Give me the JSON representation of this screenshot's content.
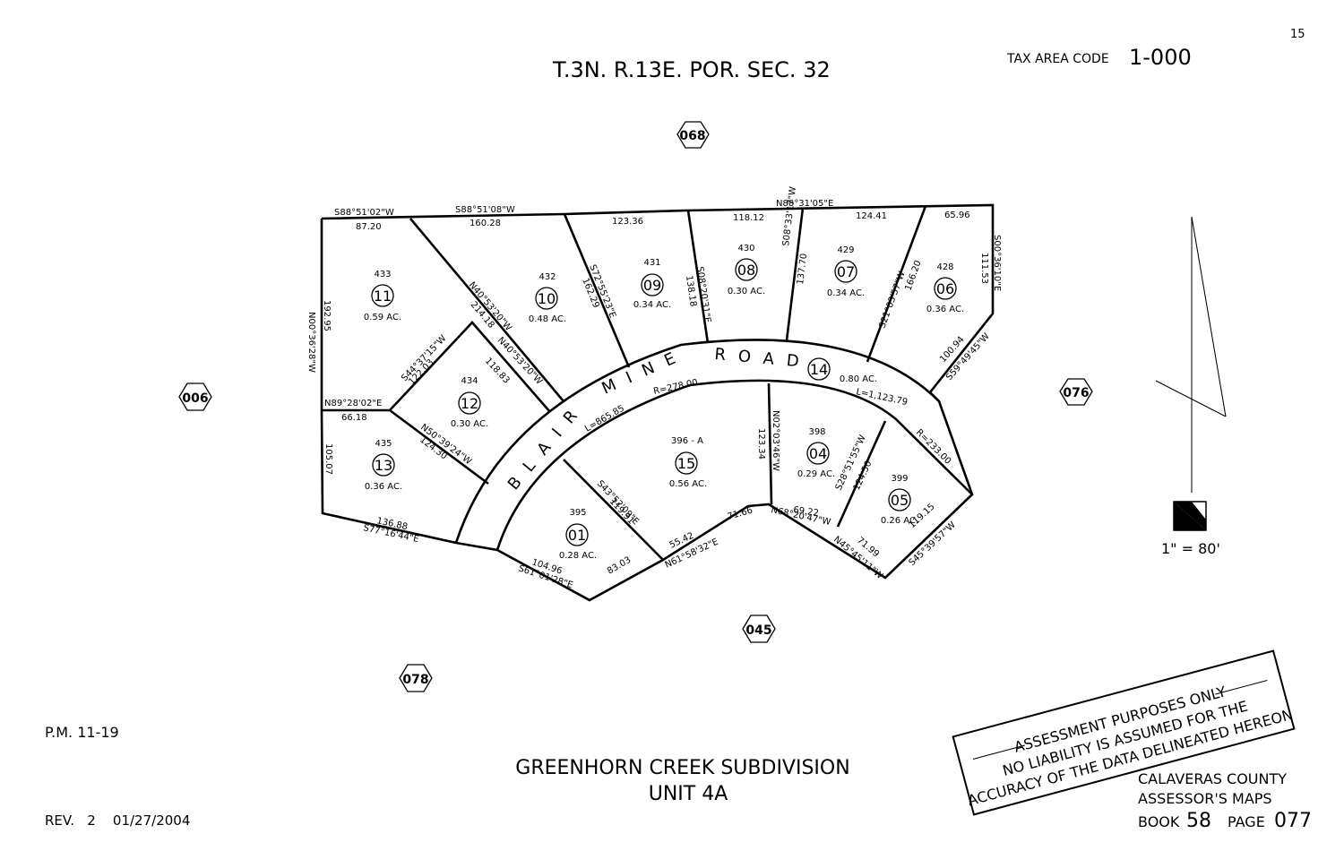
{
  "header": {
    "page_number": "15",
    "township": "T.3N. R.13E. POR. SEC. 32",
    "tax_area_label": "TAX AREA CODE",
    "tax_area_value": "1-000"
  },
  "adjacent_pages": [
    "068",
    "006",
    "076",
    "045",
    "078"
  ],
  "road": {
    "name": "BLAIR MINE ROAD",
    "curve_left": "L=865.85",
    "radius_left": "R=278.00",
    "curve_right": "L=1,123.79",
    "radius_right": "R=233.00"
  },
  "parcels": [
    {
      "apn": "11",
      "lot": "433",
      "area": "0.59 AC."
    },
    {
      "apn": "10",
      "lot": "432",
      "area": "0.48 AC."
    },
    {
      "apn": "09",
      "lot": "431",
      "area": "0.34 AC."
    },
    {
      "apn": "08",
      "lot": "430",
      "area": "0.30 AC."
    },
    {
      "apn": "07",
      "lot": "429",
      "area": "0.34 AC."
    },
    {
      "apn": "06",
      "lot": "428",
      "area": "0.36 AC."
    },
    {
      "apn": "12",
      "lot": "434",
      "area": "0.30 AC."
    },
    {
      "apn": "13",
      "lot": "435",
      "area": "0.36 AC."
    },
    {
      "apn": "14",
      "lot": "",
      "area": "0.80 AC."
    },
    {
      "apn": "15",
      "lot": "396 - A",
      "area": "0.56 AC."
    },
    {
      "apn": "04",
      "lot": "398",
      "area": "0.29 AC."
    },
    {
      "apn": "05",
      "lot": "399",
      "area": "0.26 AC."
    },
    {
      "apn": "01",
      "lot": "395",
      "area": "0.28 AC."
    }
  ],
  "dimensions": {
    "top": [
      "S88°51'02\"W",
      "87.20",
      "S88°51'08\"W",
      "160.28",
      "123.36",
      "N88°31'05\"E",
      "118.12",
      "124.41",
      "65.96"
    ],
    "other": [
      "N00°36'28\"W",
      "192.95",
      "N40°53'20\"W",
      "214.18",
      "S72°55'23\"E",
      "162.29",
      "S08°20'31\"E",
      "138.18",
      "S08°33'17\"W",
      "137.70",
      "S21°03'57\"W",
      "166.20",
      "S00°36'10\"E",
      "111.53",
      "S59°49'45\"W",
      "100.94",
      "S44°37'15\"W",
      "122.03",
      "N40°53'20\"W",
      "118.83",
      "N89°28'02\"E",
      "66.18",
      "N50°39'24\"W",
      "124.30",
      "105.07",
      "136.88",
      "S77°16'44\"E",
      "N02°03'46\"W",
      "123.34",
      "S43°52'09\"E",
      "119.91",
      "104.96",
      "S61°01'28\"E",
      "83.03",
      "55.42",
      "N61°58'32\"E",
      "71.66",
      "N68°20'47\"W",
      "69.22",
      "S28°51'55\"W",
      "124.50",
      "71.99",
      "N45°45'11\"W",
      "119.15",
      "S45°39'57\"W"
    ]
  },
  "scale": "1\" = 80'",
  "pm": "P.M. 11-19",
  "revision": "REV.   2    01/27/2004",
  "subdivision": {
    "line1": "GREENHORN CREEK SUBDIVISION",
    "line2": "UNIT 4A"
  },
  "disclaimer": {
    "line1": "ASSESSMENT PURPOSES ONLY",
    "line2": "NO LIABILITY IS ASSUMED FOR THE",
    "line3": "ACCURACY OF THE DATA DELINEATED HEREON"
  },
  "county": {
    "line1": "CALAVERAS COUNTY",
    "line2": "ASSESSOR'S MAPS",
    "book_label": "BOOK",
    "book_value": "58",
    "page_label": "PAGE",
    "page_value": "077"
  }
}
